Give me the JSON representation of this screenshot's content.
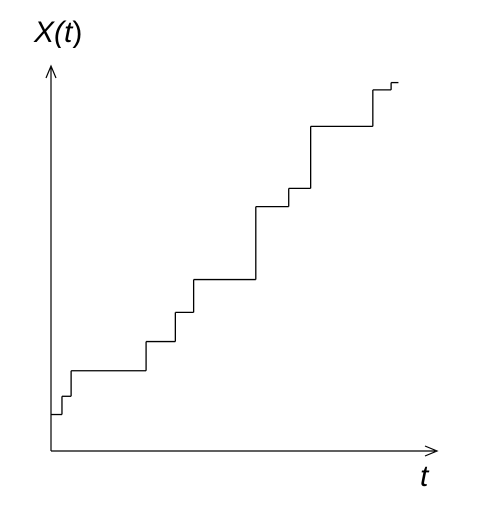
{
  "chart_data": {
    "type": "line",
    "step": true,
    "title": "",
    "xlabel": "t",
    "ylabel_prefix": "X(",
    "ylabel_var": "t",
    "ylabel_suffix": ")",
    "grid": false,
    "legend": "none",
    "axis_ticks": false,
    "xlim": [
      0,
      10.5
    ],
    "ylim": [
      0,
      10.5
    ],
    "series": [
      {
        "x": [
          0,
          0.3,
          0.55,
          2.6,
          3.4,
          3.9,
          5.6,
          6.5,
          7.1,
          8.8,
          9.3
        ],
        "y": [
          1.0,
          1.5,
          2.2,
          3.0,
          3.8,
          4.7,
          6.7,
          7.2,
          8.9,
          9.9,
          10.1
        ],
        "x_end": 9.5,
        "color": "#000000"
      }
    ]
  }
}
